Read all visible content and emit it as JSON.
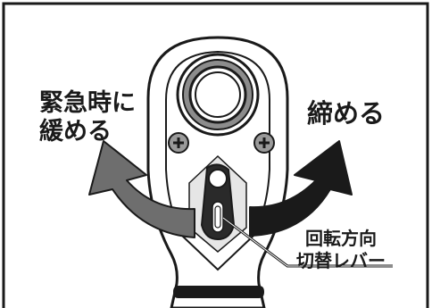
{
  "labels": {
    "loosen_line1": "緊急時に",
    "loosen_line2": "緩める",
    "tighten": "締める",
    "lever_line1": "回転方向",
    "lever_line2": "切替レバー"
  },
  "colors": {
    "frame": "#1a1a1a",
    "background": "#ffffff",
    "loosen_arrow": "#6e6e6e",
    "tighten_arrow": "#1a1a1a",
    "socket_ring": "#8c8c8c",
    "text": "#1a1a1a"
  },
  "icons": {
    "left_screw": "plus-screw-icon",
    "right_screw": "plus-screw-icon"
  }
}
